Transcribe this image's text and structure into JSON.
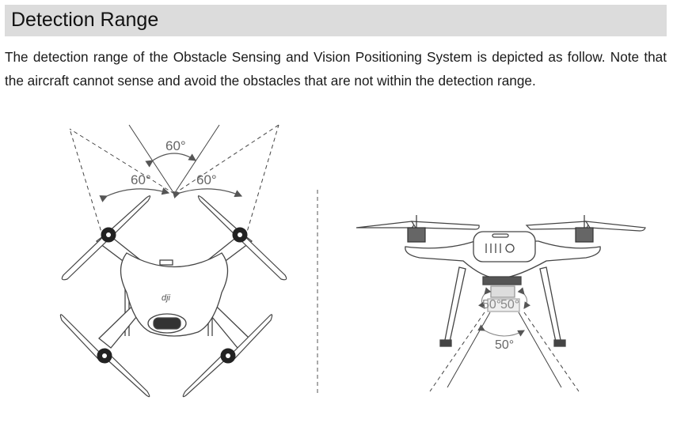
{
  "section": {
    "title": "Detection Range",
    "description": "The detection range of the Obstacle Sensing and Vision Positioning System is depicted as follow. Note that the aircraft cannot sense and avoid the obstacles that are not within the detection range."
  },
  "top_view": {
    "angles": {
      "forward": "60°",
      "left": "60°",
      "right": "60°"
    },
    "logo": "dji"
  },
  "front_view": {
    "angles": {
      "left": "50°",
      "right": "50°",
      "downward": "50°"
    }
  }
}
